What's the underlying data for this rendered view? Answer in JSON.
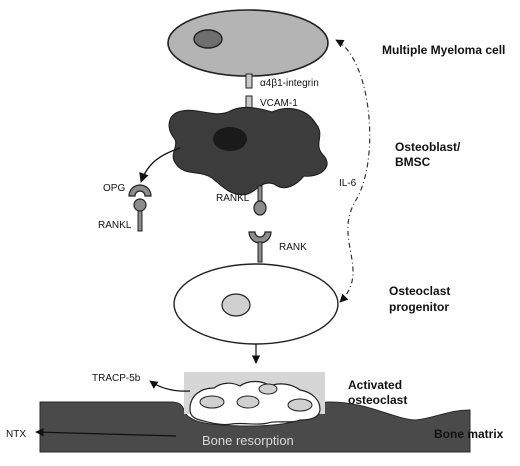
{
  "labels": {
    "myeloma_cell": "Multiple Myeloma cell",
    "integrin": "α4β1-integrin",
    "vcam": "VCAM-1",
    "osteoblast_line1": "Osteoblast/",
    "osteoblast_line2": "BMSC",
    "il6": "IL-6",
    "opg": "OPG",
    "rankl_left": "RANKL",
    "rankl_center": "RANKL",
    "rank": "RANK",
    "osteoclast_progenitor_line1": "Osteoclast",
    "osteoclast_progenitor_line2": "progenitor",
    "tracp": "TRACP-5b",
    "activated_line1": "Activated",
    "activated_line2": "osteoclast",
    "ntx": "NTX",
    "bone_resorption": "Bone resorption",
    "bone_matrix": "Bone matrix"
  },
  "colors": {
    "myeloma_cell": "#b4b4b4",
    "nucleus": "#6e6e6e",
    "osteoblast": "#3c3c3c",
    "osteoblast_nucleus": "#1a1a1a",
    "receptor": "#8c8c8c",
    "bone": "#4a4a4a",
    "osteoclast_box": "#d6d6d6"
  }
}
